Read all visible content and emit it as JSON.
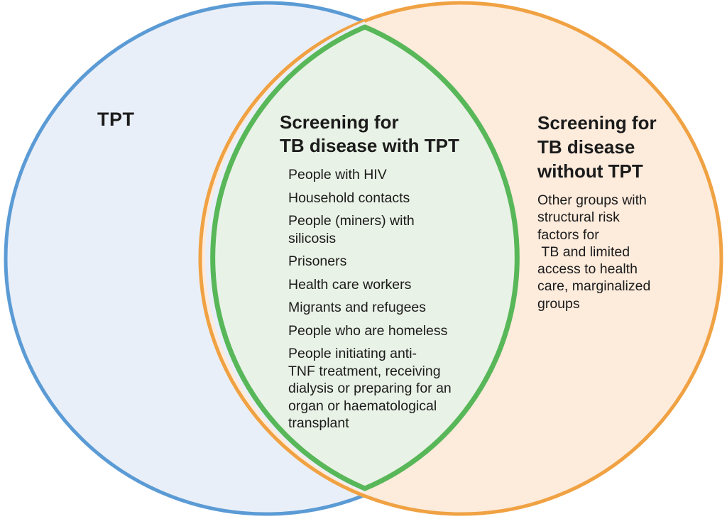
{
  "diagram": {
    "left_circle": {
      "title": "TPT"
    },
    "intersection": {
      "title": "Screening for\nTB disease with TPT",
      "items": [
        "People with HIV",
        "Household contacts",
        "People (miners) with\nsilicosis",
        "Prisoners",
        "Health care workers",
        "Migrants and refugees",
        "People who are homeless",
        "People initiating anti-\nTNF treatment, receiving\ndialysis or preparing for an\norgan or haematological\ntransplant"
      ]
    },
    "right_circle": {
      "title": "Screening for\nTB disease\nwithout TPT",
      "body": "Other groups with\nstructural risk\nfactors for\n TB and limited\naccess to health\ncare, marginalized\ngroups"
    },
    "colors": {
      "left_stroke": "#5B9BD5",
      "left_fill": "#E9EFF8",
      "right_stroke": "#F0A243",
      "right_fill": "#FDEBDC",
      "intersection_stroke": "#58B758",
      "intersection_fill": "#E9F2E6",
      "text": "#1B1B1B",
      "background": "#FFFFFF"
    }
  }
}
